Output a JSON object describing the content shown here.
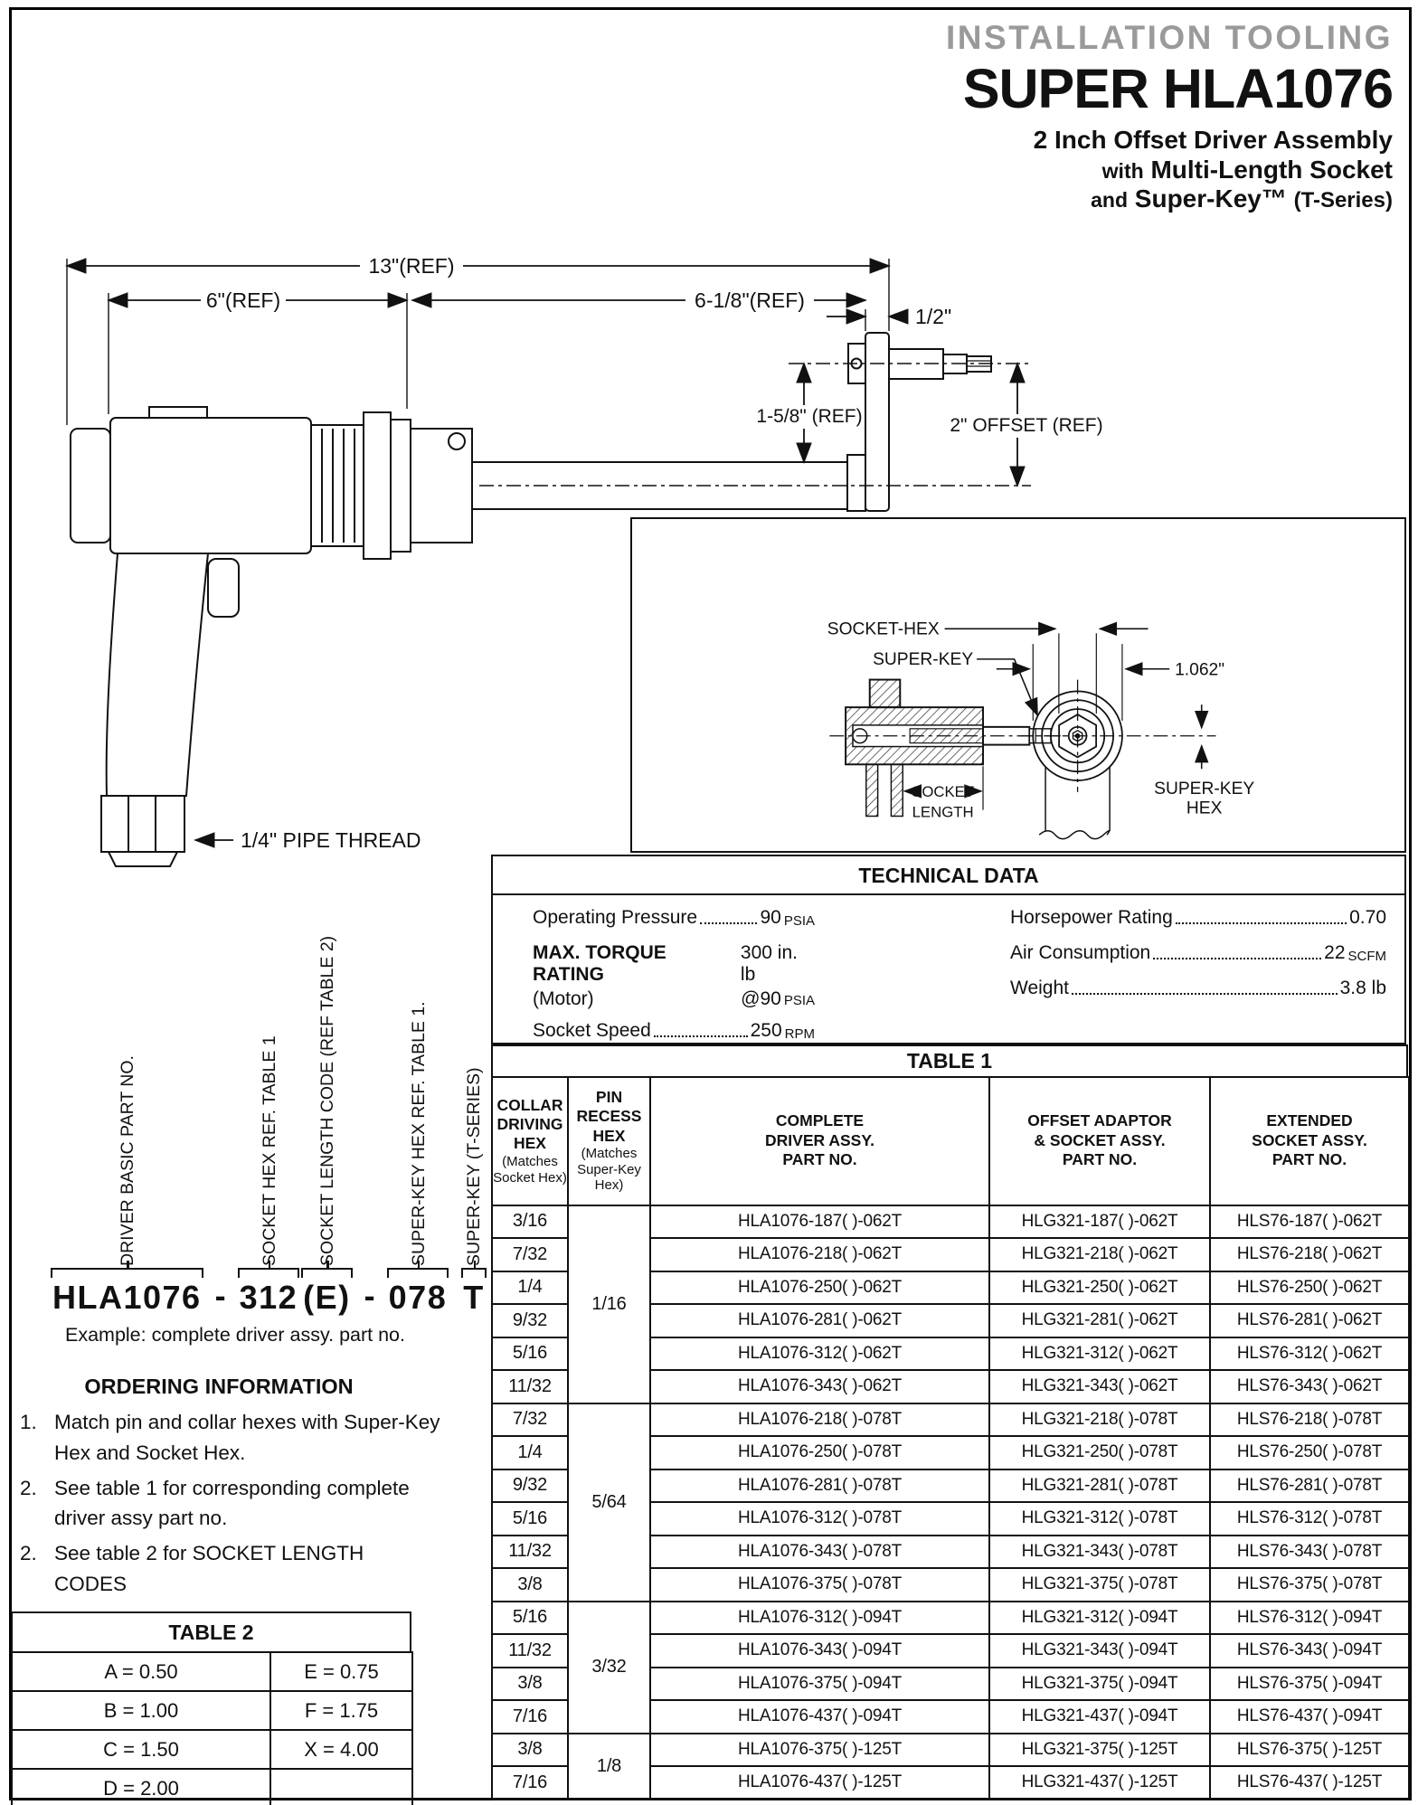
{
  "header": {
    "kicker": "INSTALLATION TOOLING",
    "title": "SUPER HLA1076",
    "subtitle1": "2 Inch Offset Driver Assembly",
    "subtitle2_small": "with",
    "subtitle2_big": "Multi-Length Socket",
    "subtitle3_small": "and",
    "subtitle3_big": "Super-Key™",
    "subtitle3_tail": "(T-Series)"
  },
  "drawing": {
    "dim_13": "13\"(REF)",
    "dim_6": "6\"(REF)",
    "dim_6_18": "6-1/8\"(REF)",
    "dim_half": "1/2\"",
    "dim_158": "1-5/8\" (REF)",
    "dim_offset": "2\" OFFSET (REF)",
    "pipe_thread": "1/4\" PIPE THREAD"
  },
  "inset": {
    "socket_hex": "SOCKET-HEX",
    "super_key": "SUPER-KEY",
    "dia": "1.062\"",
    "socket_word": "SOCKET",
    "length_word": "LENGTH",
    "super_key_hex_1": "SUPER-KEY",
    "super_key_hex_2": "HEX"
  },
  "technical_data": {
    "title": "TECHNICAL DATA",
    "left": [
      {
        "label": "Operating Pressure",
        "bold": false,
        "value": "90",
        "unit": "PSIA"
      },
      {
        "label": "MAX. TORQUE RATING",
        "bold": true,
        "value": "300 in. lb",
        "unit": "",
        "label2": "(Motor)",
        "value2": "@90",
        "unit2": "PSIA"
      },
      {
        "label": "Socket Speed",
        "bold": false,
        "value": "250",
        "unit": "RPM"
      }
    ],
    "right": [
      {
        "label": "Horsepower Rating",
        "bold": false,
        "value": "0.70",
        "unit": ""
      },
      {
        "label": "Air Consumption",
        "bold": false,
        "value": "22",
        "unit": "SCFM"
      },
      {
        "label": "Weight",
        "bold": false,
        "value": "3.8 lb",
        "unit": ""
      }
    ]
  },
  "table1": {
    "title": "TABLE 1",
    "headers": [
      {
        "lines": [
          "COLLAR",
          "DRIVING HEX"
        ],
        "note": [
          "(Matches",
          "Socket Hex)"
        ]
      },
      {
        "lines": [
          "PIN",
          "RECESS HEX"
        ],
        "note": [
          "(Matches",
          "Super-Key Hex)"
        ]
      },
      {
        "lines": [
          "COMPLETE",
          "DRIVER ASSY.",
          "PART NO."
        ],
        "note": []
      },
      {
        "lines": [
          "OFFSET ADAPTOR",
          "& SOCKET ASSY.",
          "PART NO."
        ],
        "note": []
      },
      {
        "lines": [
          "EXTENDED",
          "SOCKET ASSY.",
          "PART NO."
        ],
        "note": []
      }
    ],
    "groups": [
      {
        "pin": "1/16",
        "rows": [
          [
            "3/16",
            "HLA1076-187( )-062T",
            "HLG321-187( )-062T",
            "HLS76-187( )-062T"
          ],
          [
            "7/32",
            "HLA1076-218( )-062T",
            "HLG321-218( )-062T",
            "HLS76-218( )-062T"
          ],
          [
            "1/4",
            "HLA1076-250( )-062T",
            "HLG321-250( )-062T",
            "HLS76-250( )-062T"
          ],
          [
            "9/32",
            "HLA1076-281( )-062T",
            "HLG321-281( )-062T",
            "HLS76-281( )-062T"
          ],
          [
            "5/16",
            "HLA1076-312( )-062T",
            "HLG321-312( )-062T",
            "HLS76-312( )-062T"
          ],
          [
            "11/32",
            "HLA1076-343( )-062T",
            "HLG321-343( )-062T",
            "HLS76-343( )-062T"
          ]
        ]
      },
      {
        "pin": "5/64",
        "rows": [
          [
            "7/32",
            "HLA1076-218( )-078T",
            "HLG321-218( )-078T",
            "HLS76-218( )-078T"
          ],
          [
            "1/4",
            "HLA1076-250( )-078T",
            "HLG321-250( )-078T",
            "HLS76-250( )-078T"
          ],
          [
            "9/32",
            "HLA1076-281( )-078T",
            "HLG321-281( )-078T",
            "HLS76-281( )-078T"
          ],
          [
            "5/16",
            "HLA1076-312( )-078T",
            "HLG321-312( )-078T",
            "HLS76-312( )-078T"
          ],
          [
            "11/32",
            "HLA1076-343( )-078T",
            "HLG321-343( )-078T",
            "HLS76-343( )-078T"
          ],
          [
            "3/8",
            "HLA1076-375( )-078T",
            "HLG321-375( )-078T",
            "HLS76-375( )-078T"
          ]
        ]
      },
      {
        "pin": "3/32",
        "rows": [
          [
            "5/16",
            "HLA1076-312( )-094T",
            "HLG321-312( )-094T",
            "HLS76-312( )-094T"
          ],
          [
            "11/32",
            "HLA1076-343( )-094T",
            "HLG321-343( )-094T",
            "HLS76-343( )-094T"
          ],
          [
            "3/8",
            "HLA1076-375( )-094T",
            "HLG321-375( )-094T",
            "HLS76-375( )-094T"
          ],
          [
            "7/16",
            "HLA1076-437( )-094T",
            "HLG321-437( )-094T",
            "HLS76-437( )-094T"
          ]
        ]
      },
      {
        "pin": "1/8",
        "rows": [
          [
            "3/8",
            "HLA1076-375( )-125T",
            "HLG321-375( )-125T",
            "HLS76-375( )-125T"
          ],
          [
            "7/16",
            "HLA1076-437( )-125T",
            "HLG321-437( )-125T",
            "HLS76-437( )-125T"
          ]
        ]
      }
    ]
  },
  "part_number": {
    "segments": [
      {
        "text": "HLA1076",
        "sep": "",
        "label": "DRIVER BASIC PART NO."
      },
      {
        "text": "312",
        "sep": "-",
        "label": "SOCKET HEX REF. TABLE 1"
      },
      {
        "text": "(E)",
        "sep": "",
        "label": "SOCKET LENGTH CODE (REF TABLE 2)"
      },
      {
        "text": "078",
        "sep": "-",
        "label": "SUPER-KEY HEX REF. TABLE 1."
      },
      {
        "text": "T",
        "sep": "",
        "label": "SUPER-KEY (T-SERIES)"
      }
    ],
    "caption": "Example: complete driver assy. part no."
  },
  "ordering": {
    "title": "ORDERING INFORMATION",
    "items": [
      {
        "num": "1.",
        "text": "Match pin and collar hexes with Super-Key Hex and Socket Hex."
      },
      {
        "num": "2.",
        "text": "See table 1 for corresponding complete driver assy part no."
      },
      {
        "num": "2.",
        "text": "See table 2 for SOCKET LENGTH CODES"
      }
    ]
  },
  "table2": {
    "title": "TABLE 2",
    "rows": [
      [
        "A = 0.50",
        "E = 0.75"
      ],
      [
        "B = 1.00",
        "F = 1.75"
      ],
      [
        "C = 1.50",
        "X = 4.00"
      ],
      [
        "D = 2.00",
        ""
      ]
    ]
  }
}
